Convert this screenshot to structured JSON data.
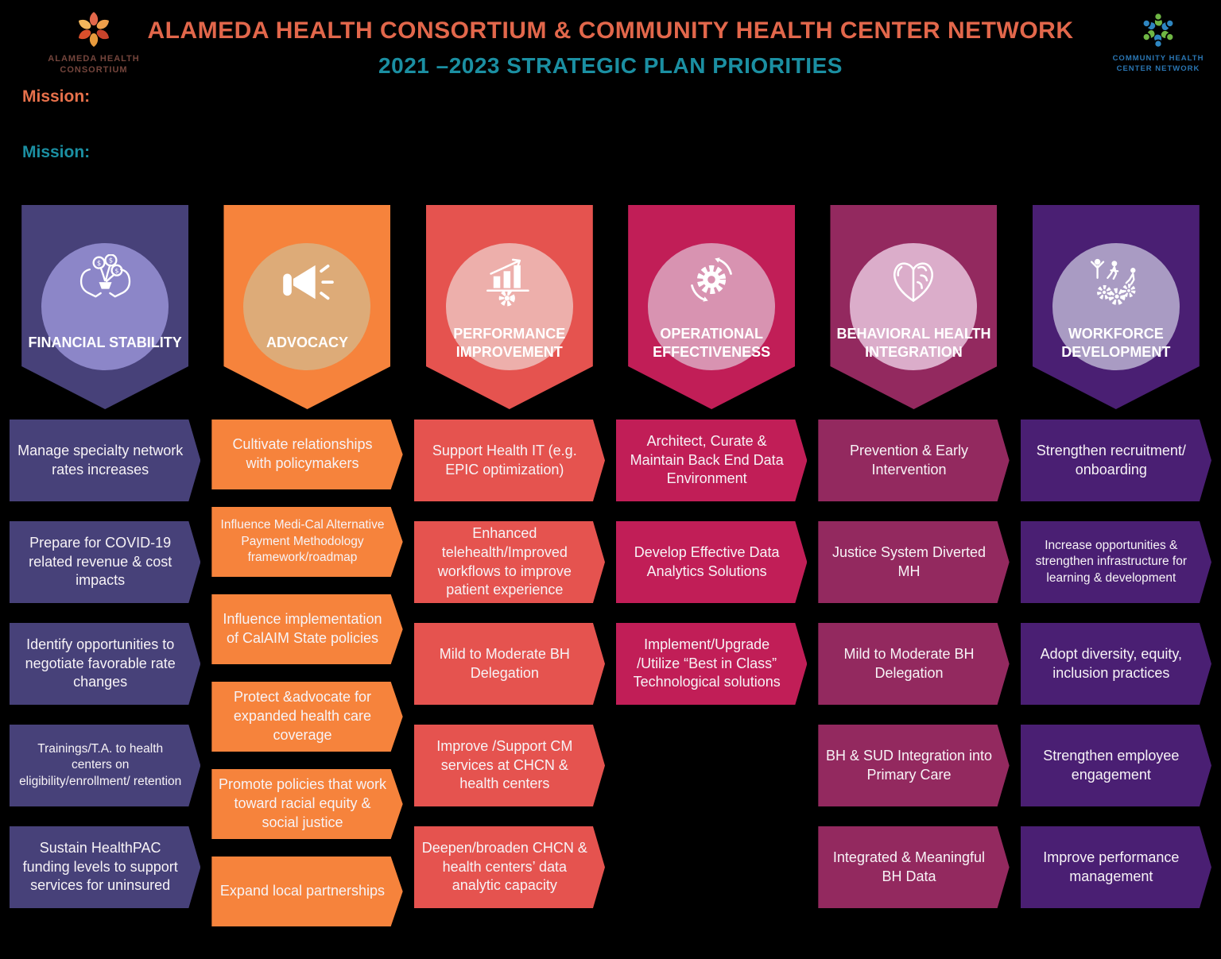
{
  "header": {
    "title_line1": "ALAMEDA HEALTH CONSORTIUM & COMMUNITY HEALTH CENTER NETWORK",
    "title_line2": "2021 –2023 STRATEGIC PLAN PRIORITIES",
    "logo_left": {
      "line1": "ALAMEDA HEALTH",
      "line2": "CONSORTIUM"
    },
    "logo_right": {
      "line1": "COMMUNITY HEALTH",
      "line2": "CENTER NETWORK"
    }
  },
  "missions": [
    {
      "label": "Mission:",
      "color": "#E8714B"
    },
    {
      "label": "Mission:",
      "color": "#1B8FA2"
    }
  ],
  "colors": {
    "background": "#000000",
    "title_coral": "#E2674B",
    "title_teal": "#1B8FA2",
    "logo_left_text": "#74453C",
    "logo_right_text": "#2A76B3",
    "box_text": "#F7F3F6"
  },
  "columns": [
    {
      "title": "FINANCIAL STABILITY",
      "icon": "hands-money-icon",
      "banner_color": "#474179",
      "circle_color": "#8C86C8",
      "items": [
        "Manage specialty network rates increases",
        "Prepare for COVID-19 related revenue & cost impacts",
        "Identify opportunities to negotiate favorable rate changes",
        "Trainings/T.A. to health centers on eligibility/enrollment/ retention",
        "Sustain HealthPAC funding levels to support services for uninsured"
      ]
    },
    {
      "title": "ADVOCACY",
      "icon": "megaphone-icon",
      "banner_color": "#F6833C",
      "circle_color": "#DDAB78",
      "items": [
        "Cultivate relationships with policymakers",
        "Influence Medi-Cal Alternative Payment Methodology framework/roadmap",
        "Influence implementation of CalAIM State policies",
        "Protect &advocate for expanded health care coverage",
        "Promote policies that work toward racial equity & social justice",
        "Expand local partnerships"
      ]
    },
    {
      "title": "PERFORMANCE IMPROVEMENT",
      "icon": "chart-gear-icon",
      "banner_color": "#E5534F",
      "circle_color": "#EDAFAB",
      "items": [
        "Support Health IT (e.g. EPIC optimization)",
        "Enhanced telehealth/Improved workflows to improve patient experience",
        "Mild to Moderate BH Delegation",
        "Improve /Support CM services at CHCN & health centers",
        "Deepen/broaden CHCN & health centers’ data analytic capacity"
      ]
    },
    {
      "title": "OPERATIONAL EFFECTIVENESS",
      "icon": "gear-cycle-icon",
      "banner_color": "#C11E57",
      "circle_color": "#D893B1",
      "items": [
        "Architect, Curate & Maintain Back End Data Environment",
        "Develop Effective Data Analytics Solutions",
        "Implement/Upgrade /Utilize “Best in Class” Technological solutions"
      ]
    },
    {
      "title": "BEHAVIORAL HEALTH INTEGRATION",
      "icon": "heart-brain-icon",
      "banner_color": "#93295F",
      "circle_color": "#DBADCA",
      "items": [
        "Prevention & Early Intervention",
        "Justice System Diverted MH",
        "Mild to Moderate BH Delegation",
        "BH & SUD Integration into Primary Care",
        "Integrated & Meaningful BH Data"
      ]
    },
    {
      "title": "WORKFORCE DEVELOPMENT",
      "icon": "people-gears-icon",
      "banner_color": "#4A1F73",
      "circle_color": "#A99BC3",
      "items": [
        "Strengthen recruitment/ onboarding",
        "Increase opportunities & strengthen infrastructure for learning & development",
        "Adopt diversity, equity, inclusion practices",
        "Strengthen employee engagement",
        "Improve performance management"
      ]
    }
  ]
}
